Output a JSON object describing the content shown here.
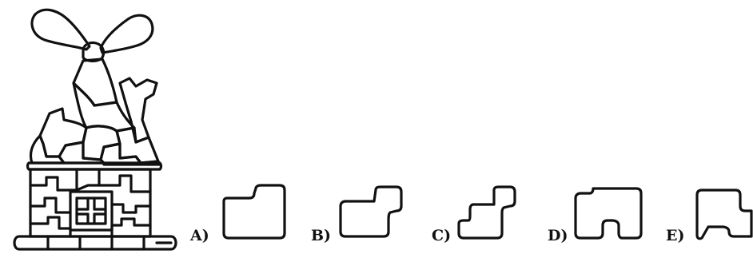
{
  "question": {
    "picture": "house-puzzle-icon",
    "options": [
      {
        "label": "A)",
        "piece": "piece-a-icon"
      },
      {
        "label": "B)",
        "piece": "piece-b-icon"
      },
      {
        "label": "C)",
        "piece": "piece-c-icon"
      },
      {
        "label": "D)",
        "piece": "piece-d-icon"
      },
      {
        "label": "E)",
        "piece": "piece-e-icon"
      }
    ]
  }
}
